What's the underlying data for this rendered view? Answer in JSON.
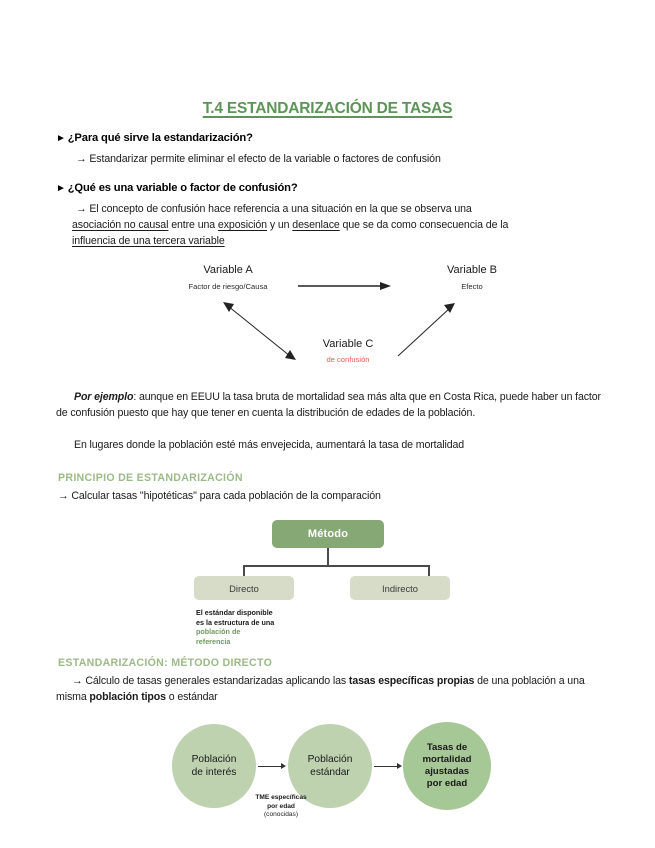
{
  "document": {
    "title": "T.4 ESTANDARIZACIÓN DE TASAS",
    "title_color": "#5d9457"
  },
  "section_q1": {
    "heading": "¿Para qué sirve la estandarización?",
    "bullet_glyph": "►",
    "arrow_glyph": "→",
    "line1": "Estandarizar permite eliminar el efecto de la variable o factores de confusión"
  },
  "section_q2": {
    "heading": "¿Qué es una variable o factor de confusión?",
    "bullet_glyph": "►",
    "arrow_glyph": "→",
    "line1": "El concepto de confusión hace referencia a una situación en la que se observa una",
    "line2_a": "asociación no causal",
    "line2_b": " entre una ",
    "line2_c": "exposición",
    "line2_d": " y un ",
    "line2_e": "desenlace",
    "line2_f": " que se da como consecuencia de la",
    "line3": "influencia de una tercera variable"
  },
  "diagram_variables": {
    "node_a_title": "Variable A",
    "node_a_sub": "Factor de riesgo/Causa",
    "node_b_title": "Variable B",
    "node_b_sub": "Efecto",
    "node_c_title": "Variable C",
    "node_c_sub": "de confusión",
    "node_c_sub_color": "#e2604f"
  },
  "example_paragraph": {
    "lead": "Por ejemplo",
    "text1": ": aunque en EEUU la tasa bruta de mortalidad sea más alta que en Costa Rica, puede haber un factor de confusión puesto que hay que tener en cuenta la distribución de edades de la población.",
    "text2": "En lugares donde la población esté más envejecida, aumentará la tasa de mortalidad"
  },
  "section_principio": {
    "heading": "PRINCIPIO DE ESTANDARIZACIÓN",
    "heading_color": "#9cba89",
    "arrow_glyph": "→",
    "line1": "Calcular tasas \"hipotéticas\" para cada población de la comparación"
  },
  "flowchart_metodo": {
    "root_label": "Método",
    "root_color": "#86a874",
    "branch_left_label": "Directo",
    "branch_right_label": "Indirecto",
    "branch_color": "#d6dcc7",
    "note_line1": "El estándar disponible",
    "note_line2": "es la estructura de una",
    "note_line3": "población de",
    "note_line4": "referencia",
    "note_highlight_color": "#6f9a5e"
  },
  "section_directo": {
    "heading": "ESTANDARIZACIÓN: MÉTODO DIRECTO",
    "heading_color": "#9cba89",
    "arrow_glyph": "→",
    "text_a": "Cálculo de tasas generales estandarizadas aplicando las ",
    "text_b": "tasas específicas propias",
    "text_c": " de una población a una misma ",
    "text_d": "población tipos",
    "text_e": " o estándar"
  },
  "diagram_circles": {
    "circle1_line1": "Población",
    "circle1_line2": "de interés",
    "circle2_line1": "Población",
    "circle2_line2": "estándar",
    "circle3_line1": "Tasas de",
    "circle3_line2": "mortalidad",
    "circle3_line3": "ajustadas",
    "circle3_line4": "por edad",
    "circle_light_color": "#bed2b0",
    "circle_dark_color": "#a6c796",
    "arrow_label_line1": "TME específicas",
    "arrow_label_line2": "por edad",
    "arrow_label_line3": "(conocidas)"
  }
}
